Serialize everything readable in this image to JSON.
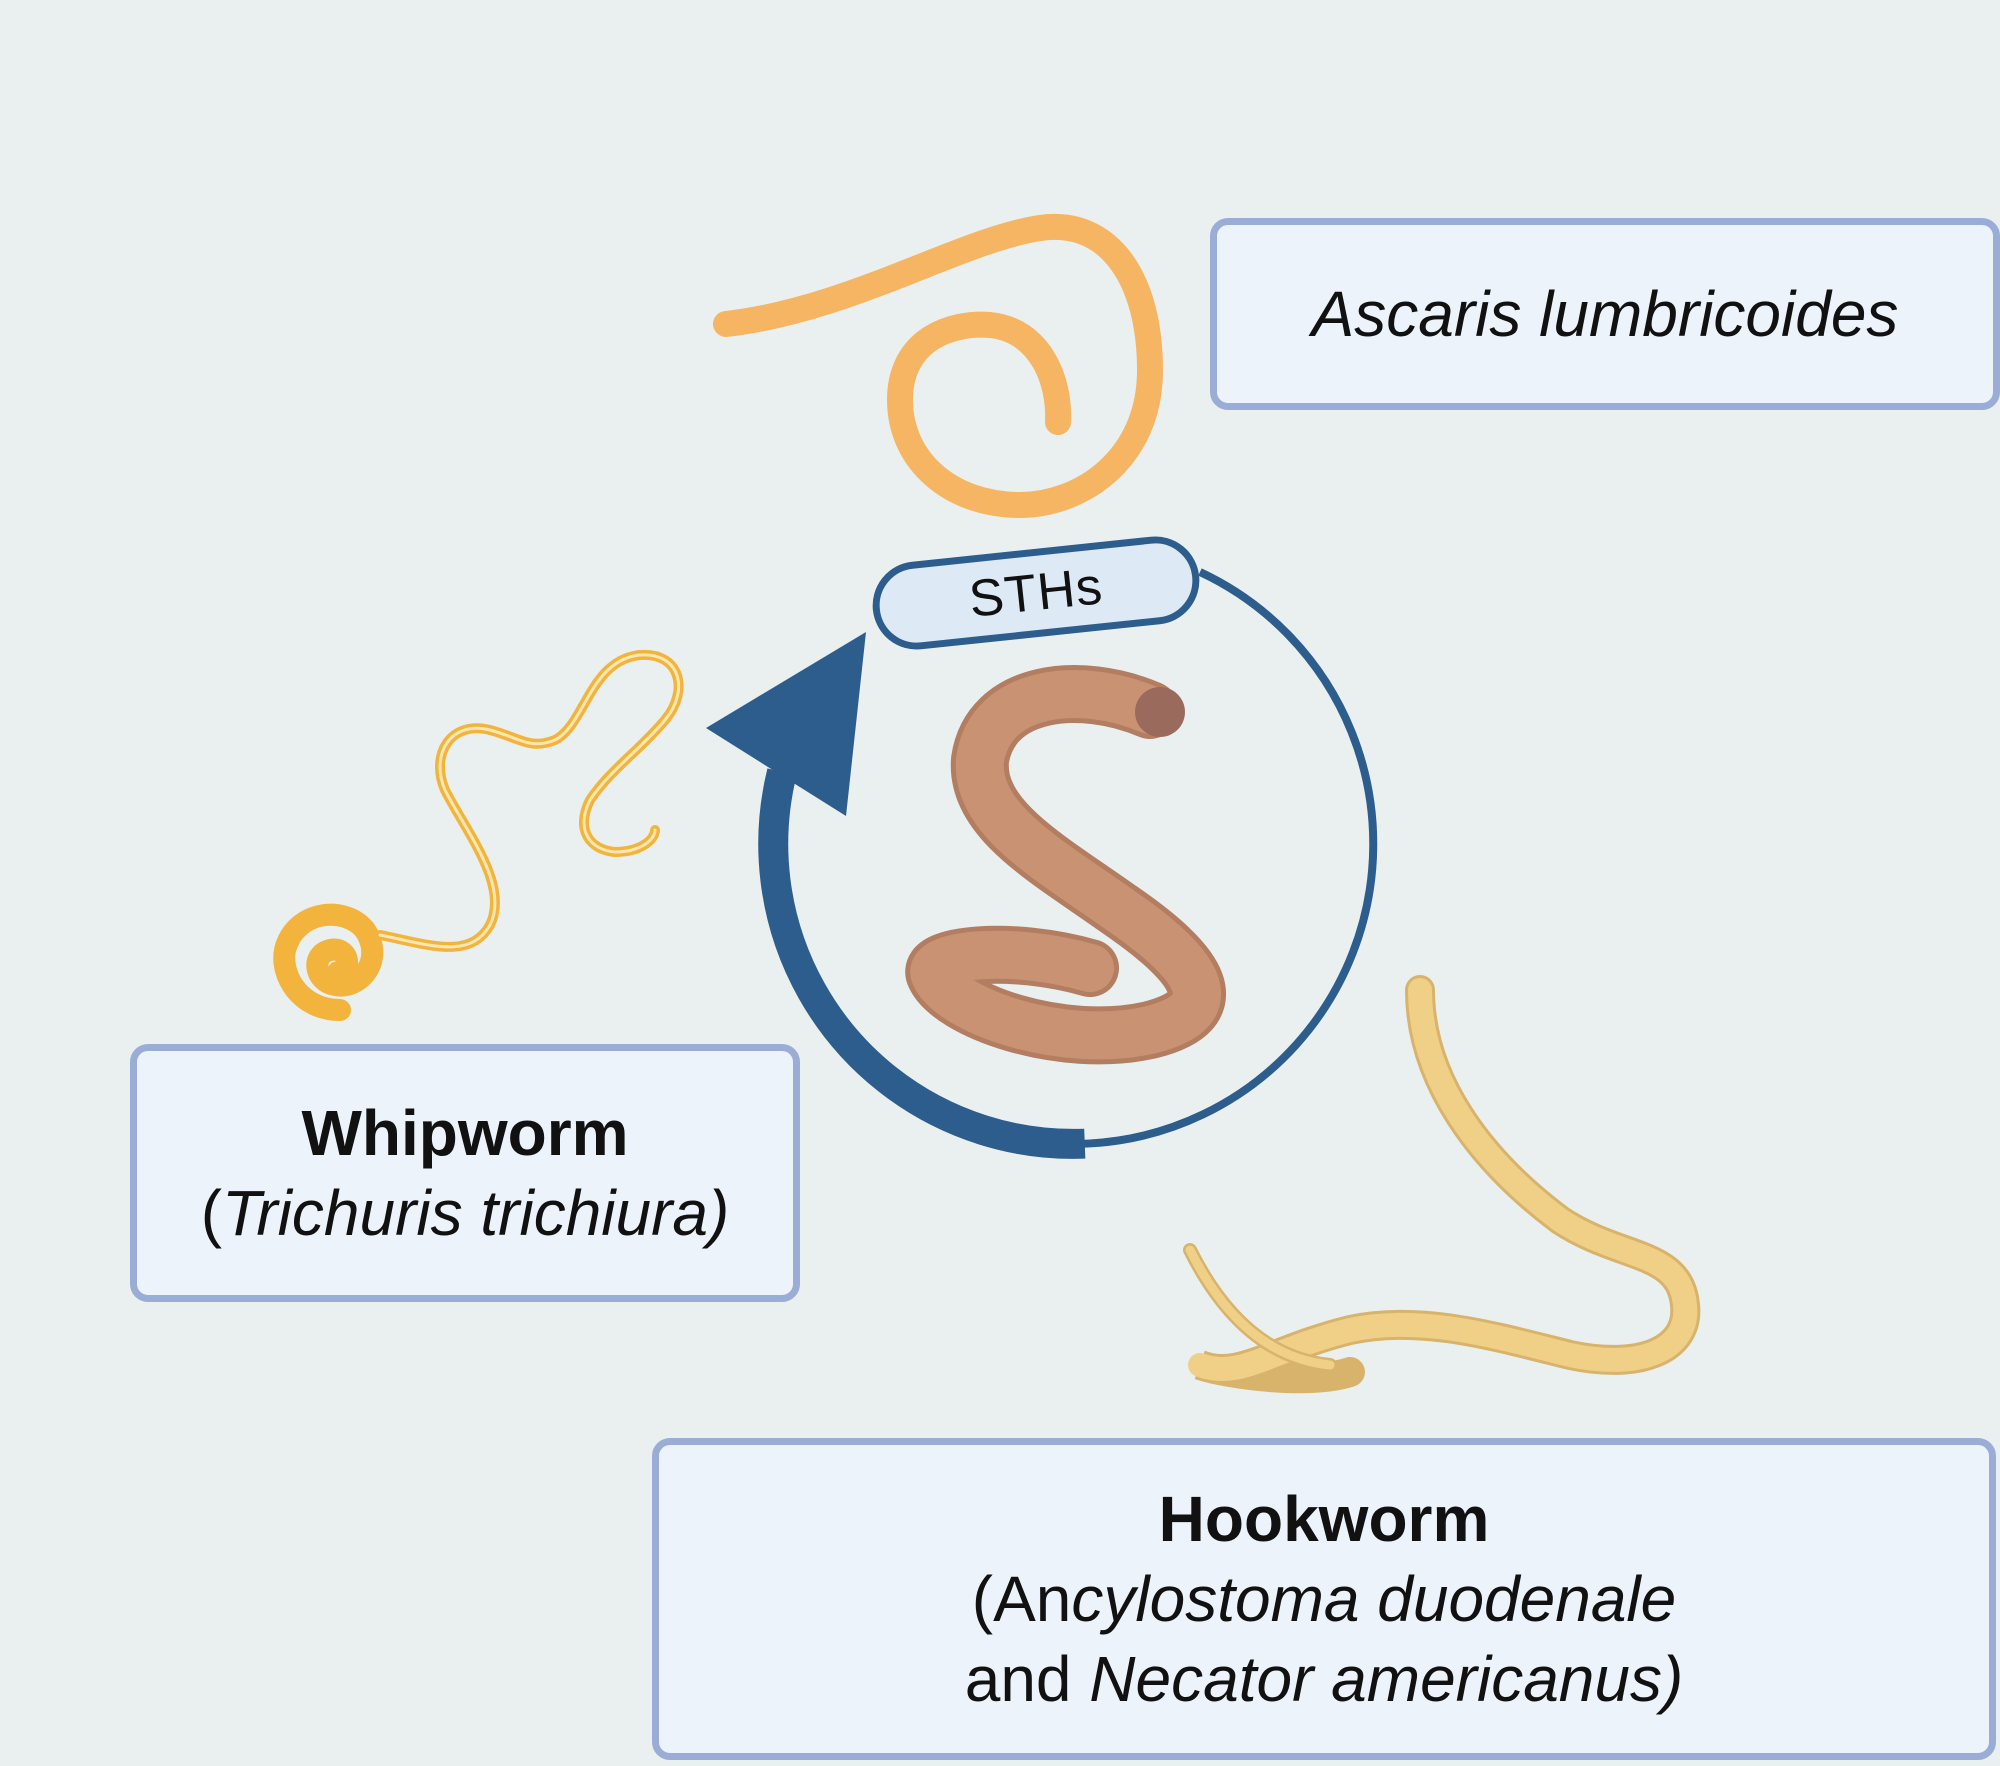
{
  "center_label": "STHs",
  "ascaris": {
    "name_italic": "Ascaris lumbricoides"
  },
  "whipworm": {
    "common_name": "Whipworm",
    "open_paren": "(",
    "scientific_italic": "Trichuris trichiura)"
  },
  "hookworm": {
    "common_name": "Hookworm",
    "line2_regular": "(An",
    "line2_italic": "cylostoma duodenale",
    "line3_regular": "and ",
    "line3_italic": "Necator americanus)"
  },
  "colors": {
    "background": "#eaf0f0",
    "box_fill": "#ecf3fa",
    "box_border": "#9aadd6",
    "cycle_arrow": "#2d5d8c",
    "ascaris_worm": "#f5b563",
    "whipworm": "#f2b43c",
    "hookworm": "#f0cf86",
    "center_worm": "#c89273"
  },
  "icons": [
    "ascaris-worm-icon",
    "whipworm-icon",
    "hookworm-icon",
    "sth-worm-icon",
    "cycle-arrow-icon"
  ]
}
